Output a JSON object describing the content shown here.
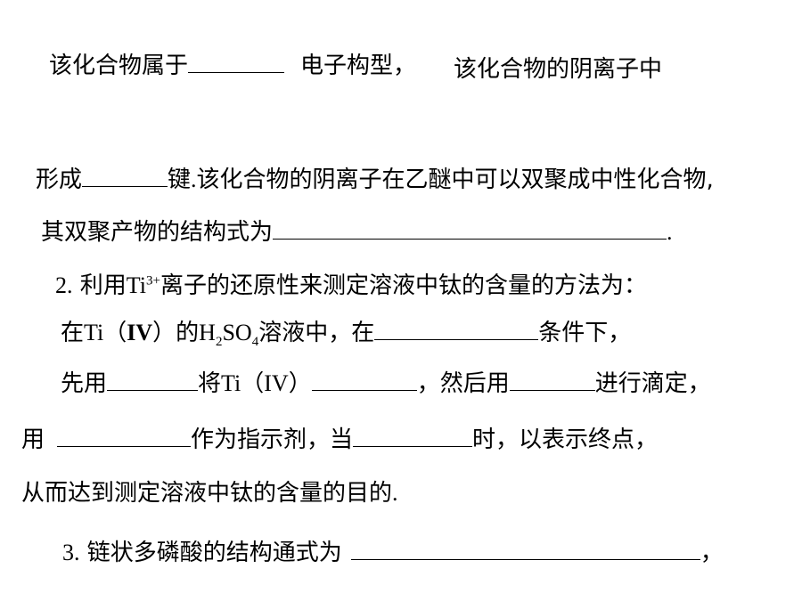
{
  "q1": {
    "line1": {
      "a": "该化合物属于",
      "b": "电子构型，",
      "c": "该化合物的阴离子中"
    },
    "line2": {
      "a": "形成",
      "b": "键",
      "dot": ".",
      "c": "该化合物的阴离子在乙醚中可以双聚成中性化合物,"
    },
    "line3": {
      "a": "其双聚产物的结构式为",
      "end": "."
    }
  },
  "q2": {
    "line1": {
      "num": "2.",
      "a": "利用",
      "ti": "Ti",
      "sup": "3+",
      "b": "离子的还原性来测定溶液中钛的含量的方法为："
    },
    "line2": {
      "a": "在",
      "ti": "Ti",
      "lp": "（",
      "iv": "IV",
      "rp": "）",
      "b": "的",
      "h": "H",
      "sub2": "2",
      "so": "SO",
      "sub4": "4",
      "c": "溶液中，在",
      "d": "条件下，"
    },
    "line3": {
      "a": "先用",
      "b": "将",
      "ti": "Ti",
      "lp": "（",
      "iv": "IV",
      "rp": "）",
      "c": "，然后用",
      "d": "进行滴定，"
    },
    "line4": {
      "a": "用",
      "b": "作为指示剂，当",
      "c": "时，以表示终点，"
    },
    "line5": {
      "a": "从而达到测定溶液中钛的含量的目的",
      "end": "."
    }
  },
  "q3": {
    "num": "3.",
    "a": "链状多磷酸的结构通式为",
    "end": "，"
  }
}
